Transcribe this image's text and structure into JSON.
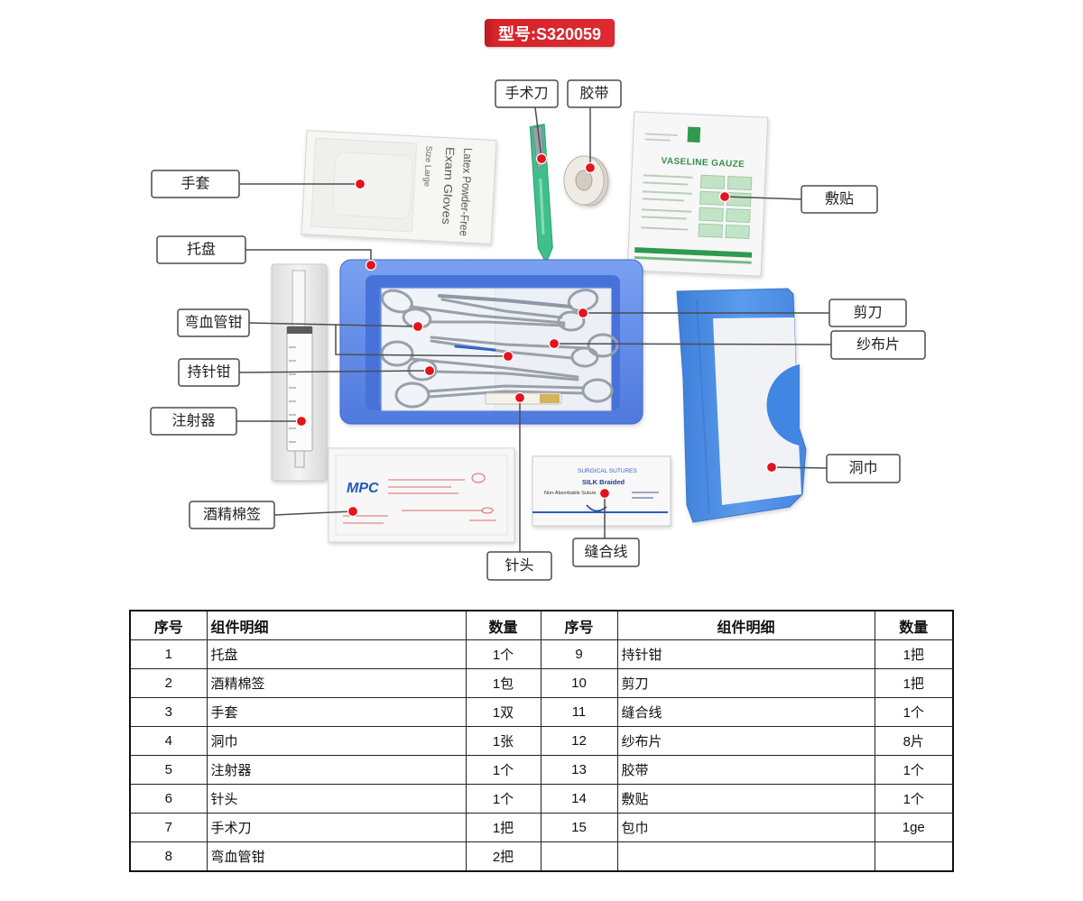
{
  "header": {
    "model_badge": "型号:S320059"
  },
  "callouts": {
    "scalpel": "手术刀",
    "tape": "胶带",
    "gloves": "手套",
    "dressing": "敷贴",
    "tray": "托盘",
    "curved_forceps": "弯血管钳",
    "scissors": "剪刀",
    "gauze": "纱布片",
    "needle_holder": "持针钳",
    "syringe": "注射器",
    "drape": "洞巾",
    "alcohol_swab": "酒精棉签",
    "needle": "针头",
    "suture": "缝合线"
  },
  "packaging": {
    "glove_lines": [
      "Latex Powder-Free",
      "Exam Gloves",
      "Size Large"
    ],
    "dressing_title": "VASELINE GAUZE",
    "swab_brand": "MPC",
    "suture_header": "SURGICAL SUTURES",
    "suture_name": "SILK Braided",
    "suture_type": "Non-Absorbable Suture"
  },
  "table": {
    "headers": [
      "序号",
      "组件明细",
      "数量",
      "序号",
      "组件明细",
      "数量"
    ],
    "rows": [
      [
        "1",
        "托盘",
        "1个",
        "9",
        "持针钳",
        "1把"
      ],
      [
        "2",
        "酒精棉签",
        "1包",
        "10",
        "剪刀",
        "1把"
      ],
      [
        "3",
        "手套",
        "1双",
        "11",
        "缝合线",
        "1个"
      ],
      [
        "4",
        "洞巾",
        "1张",
        "12",
        "纱布片",
        "8片"
      ],
      [
        "5",
        "注射器",
        "1个",
        "13",
        "胶带",
        "1个"
      ],
      [
        "6",
        "针头",
        "1个",
        "14",
        "敷贴",
        "1个"
      ],
      [
        "7",
        "手术刀",
        "1把",
        "15",
        "包巾",
        "1ge"
      ],
      [
        "8",
        "弯血管钳",
        "2把"
      ]
    ]
  },
  "colors": {
    "badge": "#d7232a",
    "marker": "#e3141c",
    "tray_blue": "#5580e0",
    "drape_blue": "#4a8de4",
    "scalpel_green": "#3fbf8c"
  }
}
